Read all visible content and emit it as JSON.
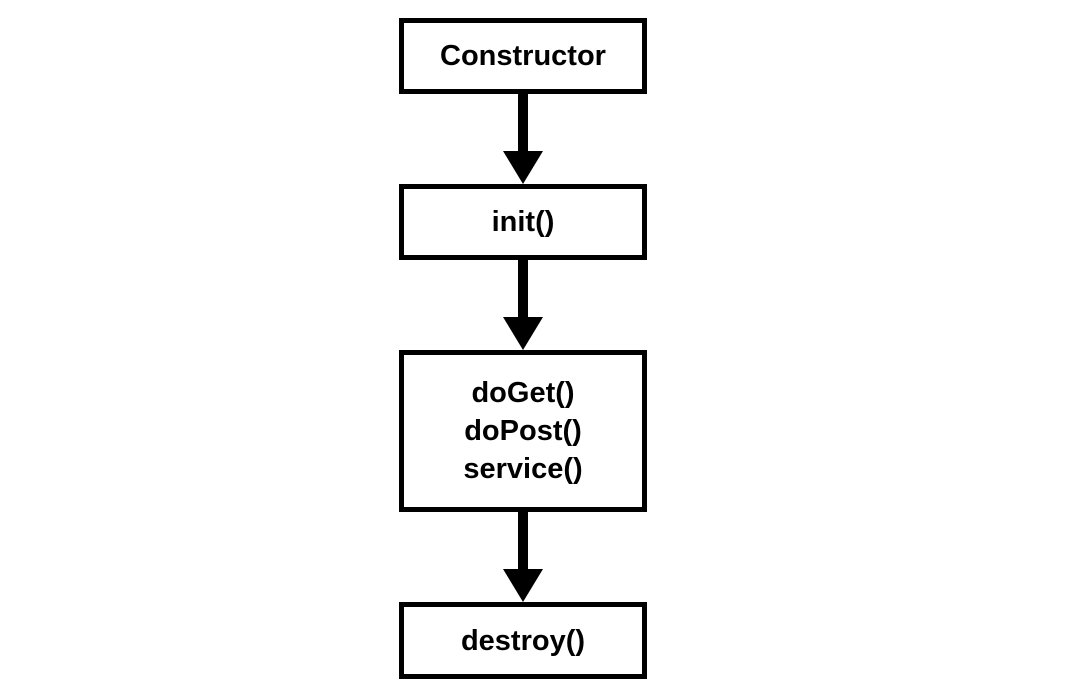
{
  "diagram": {
    "nodes": {
      "constructor": "Constructor",
      "init": "init()",
      "handlers": [
        "doGet()",
        "doPost()",
        "service()"
      ],
      "destroy": "destroy()"
    },
    "colors": {
      "stroke": "#000000",
      "fill": "#ffffff",
      "text": "#000000"
    }
  }
}
